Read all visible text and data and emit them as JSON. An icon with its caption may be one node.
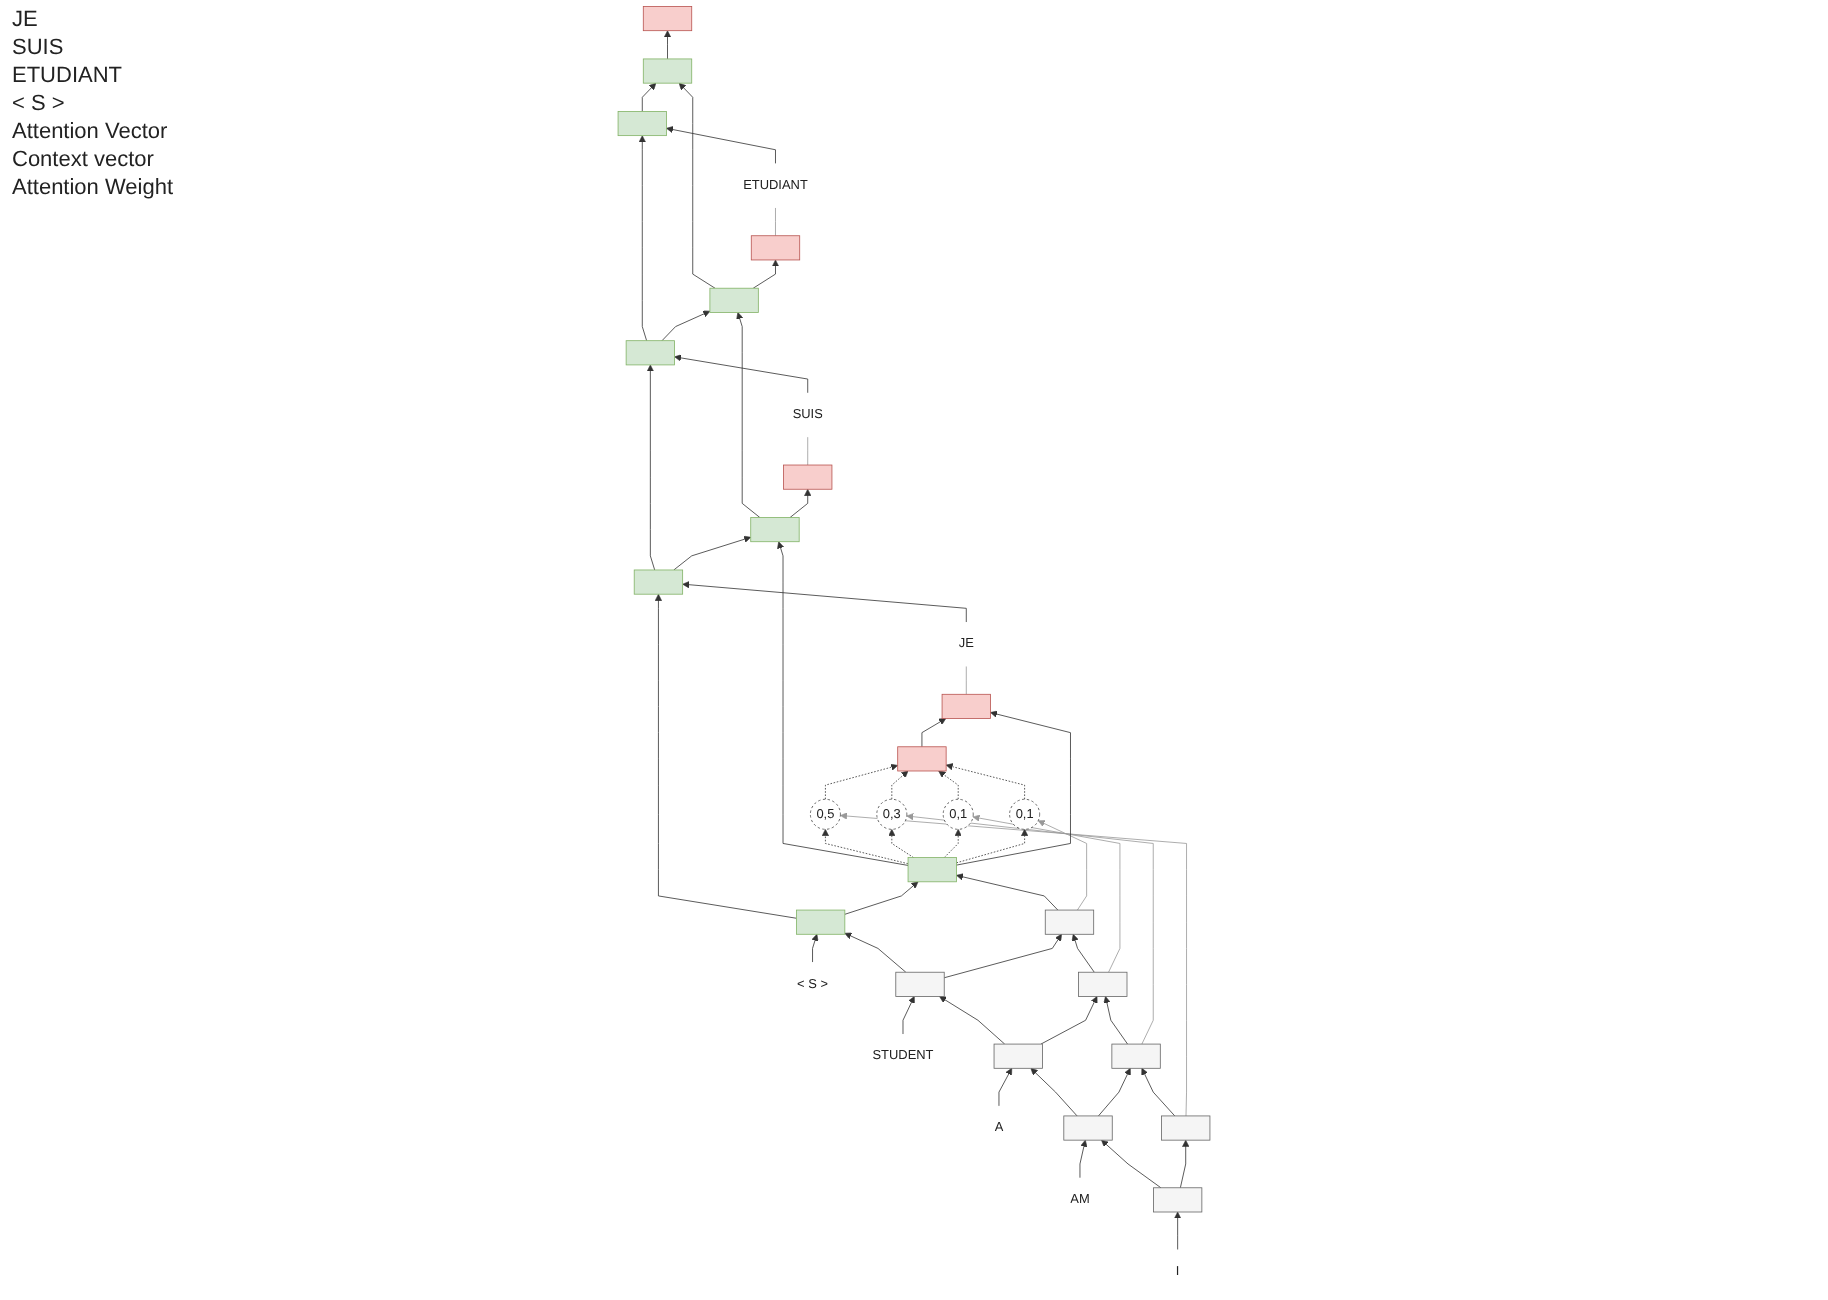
{
  "diagram": {
    "nodes": [
      {
        "text": [
          "I"
        ]
      },
      {
        "text": [
          "AM"
        ]
      },
      {
        "text": [
          "A"
        ]
      },
      {
        "text": [
          "STUDENT"
        ]
      },
      {
        "text": [
          "< S >"
        ]
      },
      {
        "text": [
          "JE"
        ]
      },
      {
        "text": [
          "SUIS"
        ]
      },
      {
        "text": [
          "ETUDIANT"
        ]
      },
      {
        "text": [],
        "shape": "box"
      },
      {
        "text": [],
        "shape": "box"
      },
      {
        "text": [],
        "shape": "box"
      },
      {
        "text": [],
        "shape": "box"
      },
      {
        "text": [],
        "shape": "box"
      },
      {
        "text": [],
        "shape": "box"
      },
      {
        "text": [],
        "shape": "box"
      },
      {
        "text": [],
        "shape": "box"
      },
      {
        "text": [],
        "shape": "box"
      },
      {
        "text": [],
        "shape": "box"
      },
      {
        "text": [],
        "shape": "box"
      },
      {
        "text": [],
        "shape": "box"
      },
      {
        "text": [],
        "shape": "box"
      },
      {
        "text": [],
        "shape": "box"
      },
      {
        "text": [],
        "shape": "box"
      },
      {
        "text": [],
        "shape": "box"
      },
      {
        "text": [
          "0,5"
        ]
      },
      {
        "text": [
          "0,3"
        ]
      },
      {
        "text": [
          "0,1"
        ]
      },
      {
        "text": [
          "0,1"
        ]
      },
      {
        "text": [],
        "shape": "box"
      },
      {
        "text": [],
        "shape": "box"
      },
      {
        "text": [],
        "shape": "box"
      },
      {
        "text": [],
        "shape": "box"
      },
      {
        "text": [],
        "shape": "box"
      }
    ],
    "labels": [
      "JE",
      "SUIS",
      "ETUDIANT",
      "< S >",
      "Attention Vector",
      "Context vector",
      "Attention Weight"
    ],
    "edges": [
      {
        "from": 0,
        "to": 8,
        "arrow": "to"
      },
      {
        "from": 1,
        "to": 9,
        "arrow": "to"
      },
      {
        "from": 2,
        "to": 10,
        "arrow": "to"
      },
      {
        "from": 3,
        "to": 11,
        "arrow": "to"
      },
      {
        "from": 4,
        "to": 12,
        "arrow": "to"
      },
      {
        "from": 5,
        "to": 13,
        "arrow": "to"
      },
      {
        "from": 6,
        "to": 14,
        "arrow": "to"
      },
      {
        "from": 7,
        "to": 15,
        "arrow": "to"
      },
      {
        "from": 8,
        "to": 9,
        "arrow": "to"
      },
      {
        "from": 9,
        "to": 10,
        "arrow": "to"
      },
      {
        "from": 10,
        "to": 11,
        "arrow": "to"
      },
      {
        "from": 11,
        "to": 12,
        "arrow": "to"
      },
      {
        "from": 12,
        "to": 13,
        "arrow": "to"
      },
      {
        "from": 13,
        "to": 14,
        "arrow": "to"
      },
      {
        "from": 14,
        "to": 15,
        "arrow": "to"
      },
      {
        "from": 8,
        "to": 16,
        "arrow": "to"
      },
      {
        "from": 9,
        "to": 17,
        "arrow": "to"
      },
      {
        "from": 10,
        "to": 18,
        "arrow": "to"
      },
      {
        "from": 11,
        "to": 19,
        "arrow": "to"
      },
      {
        "from": 12,
        "to": 20,
        "arrow": "to"
      },
      {
        "from": 13,
        "to": 21,
        "arrow": "to"
      },
      {
        "from": 14,
        "to": 22,
        "arrow": "to"
      },
      {
        "from": 15,
        "to": 23,
        "arrow": "to"
      },
      {
        "from": 16,
        "to": 17,
        "arrow": "to"
      },
      {
        "from": 17,
        "to": 18,
        "arrow": "to"
      },
      {
        "from": 18,
        "to": 19,
        "arrow": "to"
      },
      {
        "from": 19,
        "to": 20,
        "arrow": "to"
      },
      {
        "from": 20,
        "to": 21,
        "arrow": "to"
      },
      {
        "from": 21,
        "to": 22,
        "arrow": "to"
      },
      {
        "from": 22,
        "to": 23,
        "arrow": "to"
      },
      {
        "from": 16,
        "to": 24,
        "arrow": "to",
        "color": "#999999"
      },
      {
        "from": 17,
        "to": 25,
        "arrow": "to",
        "color": "#999999"
      },
      {
        "from": 18,
        "to": 26,
        "arrow": "to",
        "color": "#999999"
      },
      {
        "from": 19,
        "to": 27,
        "arrow": "to",
        "color": "#999999"
      },
      {
        "from": 20,
        "to": 24,
        "arrow": "to",
        "style": "dashed"
      },
      {
        "from": 20,
        "to": 25,
        "arrow": "to",
        "style": "dashed"
      },
      {
        "from": 20,
        "to": 26,
        "arrow": "to",
        "style": "dashed"
      },
      {
        "from": 20,
        "to": 27,
        "arrow": "to",
        "style": "dashed"
      },
      {
        "from": 24,
        "to": 28,
        "arrow": "to",
        "style": "dashed"
      },
      {
        "from": 25,
        "to": 28,
        "arrow": "to",
        "style": "dashed"
      },
      {
        "from": 26,
        "to": 28,
        "arrow": "to",
        "style": "dashed"
      },
      {
        "from": 27,
        "to": 28,
        "arrow": "to",
        "style": "dashed"
      },
      {
        "from": 28,
        "to": 29,
        "arrow": "to"
      },
      {
        "from": 20,
        "to": 29,
        "arrow": "to"
      },
      {
        "from": 21,
        "to": 30,
        "arrow": "to"
      },
      {
        "from": 22,
        "to": 31,
        "arrow": "to"
      },
      {
        "from": 23,
        "to": 32,
        "arrow": "to"
      },
      {
        "from": 29,
        "to": 5,
        "arrow": "none",
        "color": "#999999"
      },
      {
        "from": 30,
        "to": 6,
        "arrow": "none",
        "color": "#999999"
      },
      {
        "from": 31,
        "to": 7,
        "arrow": "none",
        "color": "#999999"
      }
    ]
  }
}
